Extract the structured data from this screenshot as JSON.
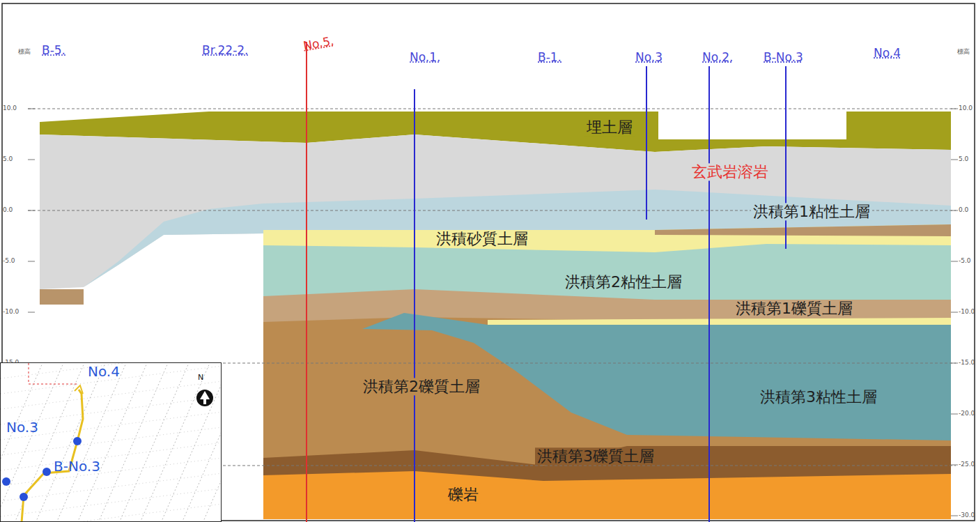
{
  "diagram": {
    "nodes": [
      {
        "text": [
          "埋土層"
        ]
      },
      {
        "text": [
          "玄武岩溶岩"
        ]
      },
      {
        "text": [
          "洪積第1粘性土層"
        ]
      },
      {
        "text": [
          "洪積砂質土層"
        ]
      },
      {
        "text": [
          "洪積第2粘性土層"
        ]
      },
      {
        "text": [
          "洪積第1礫質土層"
        ]
      },
      {
        "text": [
          "洪積第2礫質土層"
        ]
      },
      {
        "text": [
          "洪積第3粘性土層"
        ]
      },
      {
        "text": [
          "洪積第3礫質土層"
        ]
      },
      {
        "text": [
          "礫岩"
        ]
      },
      {
        "text": [
          "No.4",
          "No.3",
          "B-No.3",
          "N"
        ]
      }
    ],
    "labels": [
      "B-5.",
      "Br.22-2.",
      "No.5.",
      "No.1.",
      "B-1.",
      "No.3",
      "No.2.",
      "B-No.3",
      "No.4",
      "標高",
      "10.0",
      "5.0",
      "0.0",
      "-5.0",
      "-10.0",
      "-15.0",
      "-20.0",
      "-25.0",
      "-30.0",
      "標高",
      "10.0",
      "5.0",
      "0.0",
      "-5.0",
      "-10.0",
      "-15.0",
      "-20.0",
      "-25.0",
      "-30.0"
    ]
  }
}
